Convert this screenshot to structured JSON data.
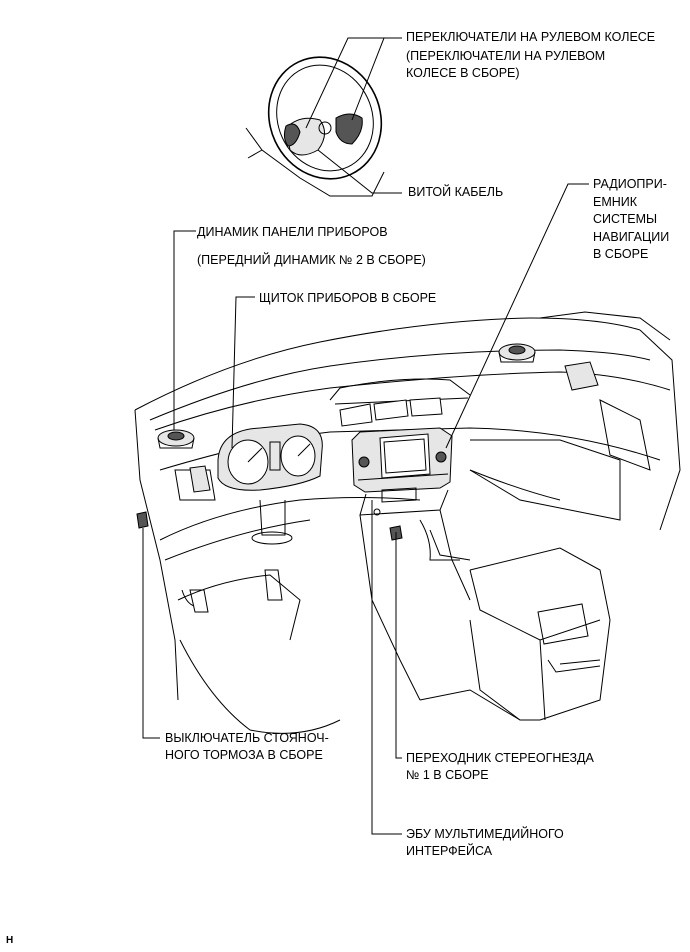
{
  "labels": {
    "steering_switches": "ПЕРЕКЛЮЧАТЕЛИ НА РУЛЕВОМ КОЛЕСЕ",
    "steering_switches_assy": "(ПЕРЕКЛЮЧАТЕЛИ НА РУЛЕВОМ\nКОЛЕСЕ В СБОРЕ)",
    "spiral_cable": "ВИТОЙ КАБЕЛЬ",
    "radio_receiver": "РАДИОПРИ-\nЕМНИК\nСИСТЕМЫ\nНАВИГАЦИИ\nВ СБОРЕ",
    "panel_speaker": "ДИНАМИК ПАНЕЛИ ПРИБОРОВ",
    "panel_speaker_assy": "(ПЕРЕДНИЙ ДИНАМИК № 2 В СБОРЕ)",
    "combination_meter": "ЩИТОК ПРИБОРОВ В СБОРЕ",
    "parking_brake_switch": "ВЫКЛЮЧАТЕЛЬ СТОЯНОЧ-\nНОГО ТОРМОЗА В СБОРЕ",
    "stereo_jack_adapter": "ПЕРЕХОДНИК СТЕРЕОГНЕЗДА\n№ 1 В СБОРЕ",
    "multimedia_ecu": "ЭБУ МУЛЬТИМЕДИЙНОГО\nИНТЕРФЕЙСА",
    "illustration_code": "H"
  }
}
